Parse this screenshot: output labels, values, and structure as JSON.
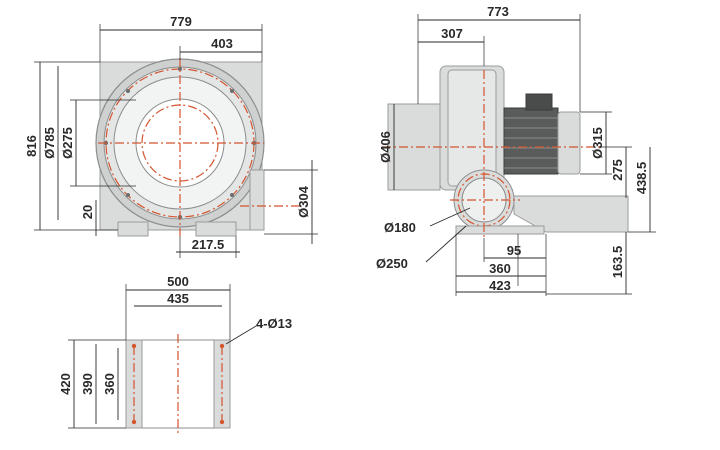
{
  "front_view": {
    "width_overall": "779",
    "width_right": "403",
    "height_overall": "816",
    "diameter_outer": "Ø785",
    "diameter_inlet": "Ø275",
    "base_height": "20",
    "outlet_offset": "217.5",
    "outlet_diameter": "Ø304"
  },
  "side_view": {
    "length_overall": "773",
    "length_front": "307",
    "diameter_body": "Ø406",
    "diameter_motor": "Ø315",
    "motor_height": "275",
    "axis_height": "438.5",
    "outlet_height": "163.5",
    "outlet_inner": "Ø180",
    "outlet_outer": "Ø250",
    "base_95": "95",
    "base_360": "360",
    "base_423": "423"
  },
  "base_plate": {
    "width_outer": "500",
    "width_holes": "435",
    "holes": "4-Ø13",
    "depth_420": "420",
    "depth_390": "390",
    "depth_360": "360"
  }
}
